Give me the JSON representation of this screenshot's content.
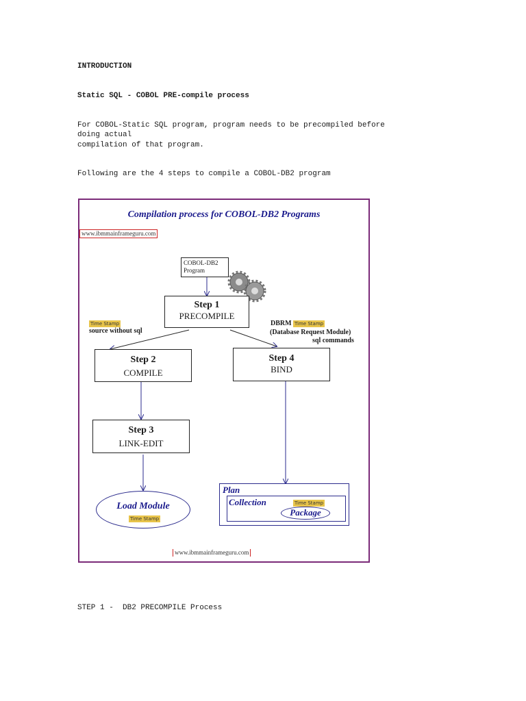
{
  "doc": {
    "heading": "INTRODUCTION",
    "subheading": "Static SQL - COBOL PRE-compile process",
    "paragraph1_line1": "For COBOL-Static SQL program, program needs to be precompiled before",
    "paragraph1_line2": "doing actual",
    "paragraph1_line3": "compilation of that program.",
    "paragraph2": "Following are the 4 steps to compile a COBOL-DB2 program",
    "step1_heading": "STEP 1 -  DB2 PRECOMPILE Process"
  },
  "diagram": {
    "title": "Compilation process for COBOL-DB2 Programs",
    "watermark_top": "www.ibmmainframeguru.com",
    "watermark_bottom": "www.ibmmainframeguru.com",
    "program_box": {
      "line1": "COBOL-DB2",
      "line2": "Program"
    },
    "step1": {
      "label": "Step 1",
      "name": "PRECOMPILE"
    },
    "step2": {
      "label": "Step 2",
      "name": "COMPILE"
    },
    "step3": {
      "label": "Step 3",
      "name": "LINK-EDIT"
    },
    "step4": {
      "label": "Step 4",
      "name": "BIND"
    },
    "timestamp": "Time Stamp",
    "source_label": "source without sql",
    "dbrm_label": "DBRM",
    "dbrm_full": "(Database Request Module)",
    "sql_commands": "sql commands",
    "load_module": "Load Module",
    "plan": "Plan",
    "collection": "Collection",
    "package": "Package",
    "colors": {
      "border": "#7a2a78",
      "title": "#1a1a8c",
      "arrow": "#2a2a8c",
      "timestamp_bg": "#e8c44a",
      "watermark_border": "#cc2222"
    }
  }
}
